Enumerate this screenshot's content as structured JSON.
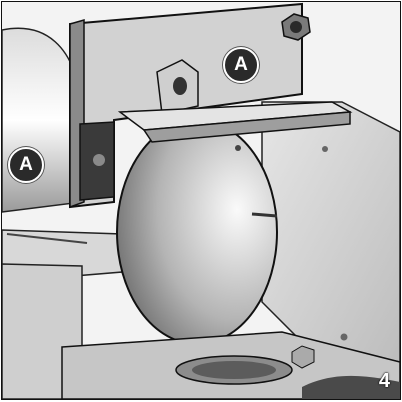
{
  "callouts": {
    "top": "A",
    "left": "A"
  },
  "page_number": "4"
}
